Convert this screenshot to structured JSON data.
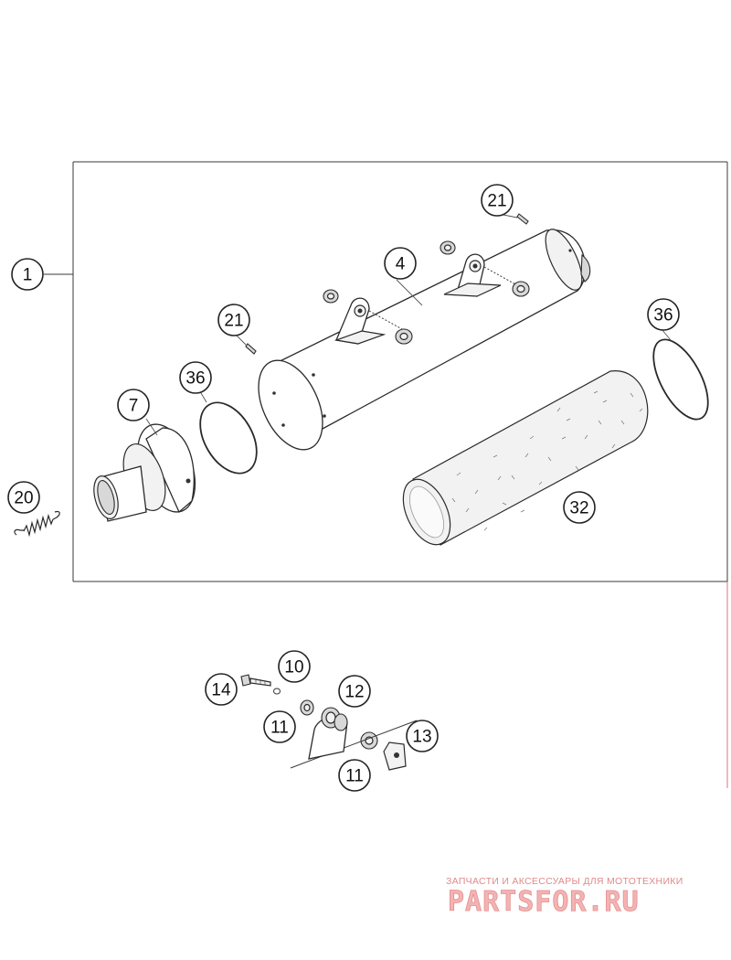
{
  "diagram": {
    "callouts": [
      {
        "id": "c1",
        "label": "1"
      },
      {
        "id": "c4",
        "label": "4"
      },
      {
        "id": "c7",
        "label": "7"
      },
      {
        "id": "c10",
        "label": "10"
      },
      {
        "id": "c11a",
        "label": "11"
      },
      {
        "id": "c11b",
        "label": "11"
      },
      {
        "id": "c12",
        "label": "12"
      },
      {
        "id": "c13",
        "label": "13"
      },
      {
        "id": "c14",
        "label": "14"
      },
      {
        "id": "c20",
        "label": "20"
      },
      {
        "id": "c21a",
        "label": "21"
      },
      {
        "id": "c21b",
        "label": "21"
      },
      {
        "id": "c32",
        "label": "32"
      },
      {
        "id": "c36a",
        "label": "36"
      },
      {
        "id": "c36b",
        "label": "36"
      }
    ]
  },
  "watermark": {
    "caption": "ЗАПЧАСТИ И АКСЕССУАРЫ ДЛЯ МОТОТЕХНИКИ",
    "logo": "PARTSFOR.RU",
    "color": "#e58f8f"
  }
}
